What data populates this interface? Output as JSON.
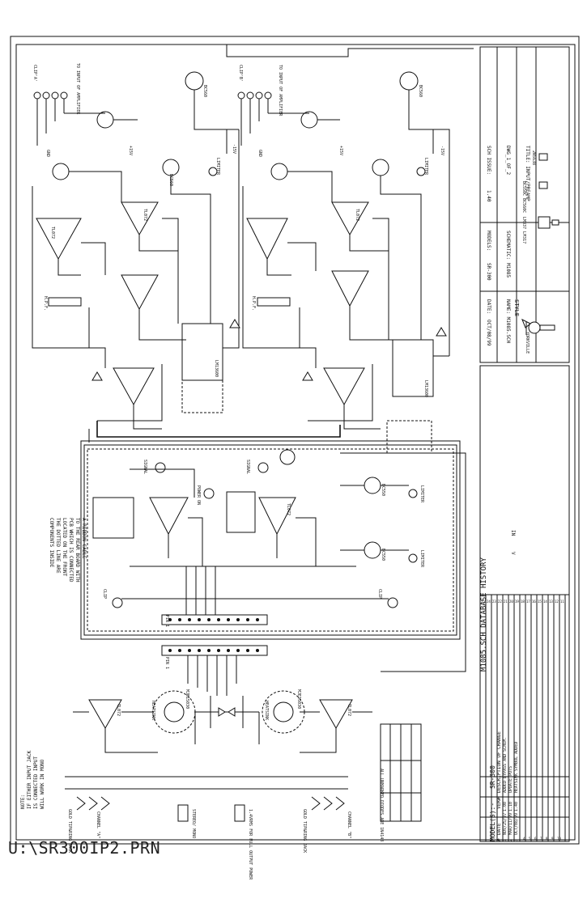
{
  "file_path": "U:\\SR300IP2.PRN",
  "title_block": {
    "sch_issue_label": "SCH ISSUE:",
    "sch_issue": "1.40",
    "dwg_label": "DWG_1_OF_2",
    "title_label": "TITLE: INPUT/PREAMP",
    "models_label": "MODELS:",
    "models": "SR-300",
    "pcb_label": "SCHEMATIC:",
    "pcb": "M1085",
    "date_label": "DATE:",
    "date": "OCT/08/99",
    "name_label": "NAME: M1085.SCH",
    "company": "YORKVILLE"
  },
  "db_history": {
    "heading": "M1085.SCH DATABASE HISTORY",
    "models_line": "MODEL(S):-",
    "model_value": "SR-300",
    "columns": [
      "#",
      "DATE",
      "VER#",
      "DESCRIPTION OF CHANGE"
    ],
    "rows": [
      {
        "n": "1",
        "date": "NOV/25/97",
        "ver": "1.00",
        "desc": "ADDED BYPASS AND SCHEM."
      },
      {
        "n": "2",
        "date": "MAR/11/99",
        "ver": "1.10",
        "desc": "UPDATE POTS"
      },
      {
        "n": "3",
        "date": "OCT/08/99",
        "ver": "1.40",
        "desc": "HEATSINK SYMBOL ADDED"
      }
    ],
    "row_numbers": [
      "4",
      "5",
      "6",
      "7",
      "8",
      "9",
      "10",
      "11",
      "12",
      "13",
      "14",
      "15",
      "16",
      "17",
      "18",
      "19",
      "20",
      "21",
      "22",
      "23",
      "24",
      "25"
    ]
  },
  "labels": {
    "clip_a": "CLIP'A'",
    "clip_b": "CLIP'B'",
    "to_input_amp_a": "TO INPUT OF AMPLIFIER",
    "to_input_amp_b": "TO INPUT OF AMPLIFIER",
    "limiter_a": "LIMITER",
    "limiter_b": "LIMITER",
    "hpf_a": "H.P.F.",
    "hpf_b": "H.P.F.",
    "signal_a": "SIGNAL",
    "signal_b": "SIGNAL",
    "power_on": "POWER ON",
    "lm13600_a": "LM13600",
    "lm13600_b": "LM13600",
    "bc560": "BC560",
    "bc550": "BC550",
    "tl072": "TL072",
    "clip_led_a": "CLIP",
    "clip_led_b": "CLIP",
    "note_box": "COMPONENTS INSIDE THE DOTTED LINE ARE LOCATED ON THE FRONT PCB WHICH IS CONNECTED TO THE REAR BOARD WITH A RIBBON CABLE",
    "note_bottom": "NOTE: IF EITHER INPUT JACK IS CONNECTED INPUT WILL WORK IN MONO",
    "gold_jack_a": "GOLD TIP&RING JACK",
    "gold_jack_b": "GOLD TIP&RING JACK",
    "channel_a": "CHANNEL \"A\"",
    "channel_b": "CHANNEL \"B\"",
    "stereo_mono": "STEREO/ MONO",
    "gain_switch": "1.4VRMS FOR FULL OUTPUT POWER",
    "diodes_note": "ALL UNMARKED DIODES ARE 1N4148",
    "style": "STYLE",
    "pin1": "PIN 1",
    "heatsink": "HEATSINK",
    "mje": "MJE15030",
    "v15p": "+15V",
    "v15n": "-15V",
    "gnd": "GND",
    "in": "IN",
    "v": "V",
    "pkg_a": "2N5638",
    "pkg_b": "BC550C BC560C",
    "pkg_c": "LM337 LM317"
  }
}
